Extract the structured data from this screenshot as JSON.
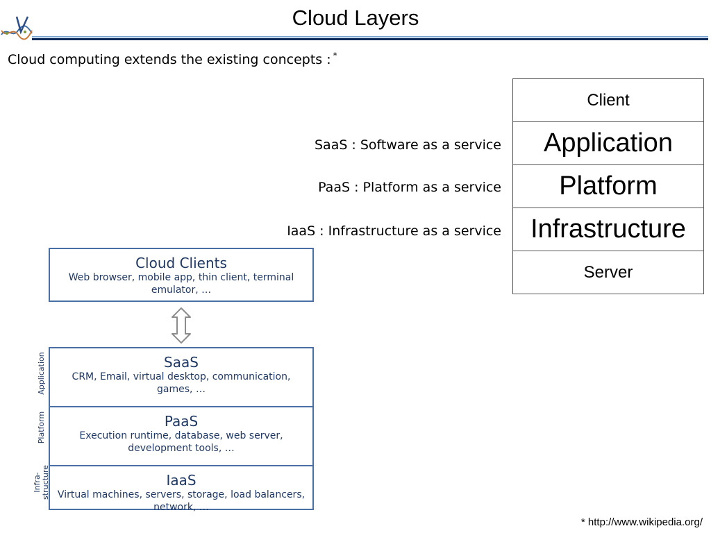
{
  "header": {
    "title": "Cloud Layers"
  },
  "intro": {
    "text": "Cloud computing extends the existing concepts :",
    "marker": "*"
  },
  "services": [
    {
      "label": "SaaS : Software as a service"
    },
    {
      "label": "PaaS : Platform as a service"
    },
    {
      "label": "IaaS : Infrastructure as a service"
    }
  ],
  "stack": [
    {
      "label": "Client"
    },
    {
      "label": "Application"
    },
    {
      "label": "Platform"
    },
    {
      "label": "Infrastructure"
    },
    {
      "label": "Server"
    }
  ],
  "clients": {
    "title": "Cloud Clients",
    "desc": "Web browser, mobile app, thin client, terminal emulator, …"
  },
  "layers": [
    {
      "title": "SaaS",
      "desc": "CRM, Email, virtual desktop, communication, games, …",
      "side": "Application"
    },
    {
      "title": "PaaS",
      "desc": "Execution runtime, database, web server, development tools, …",
      "side": "Platform"
    },
    {
      "title": "IaaS",
      "desc": "Virtual machines, servers, storage, load balancers, network, …",
      "side": "Infra-structure",
      "side_line1": "Infra-",
      "side_line2": "structure"
    }
  ],
  "footnote": "* http://www.wikipedia.org/",
  "colors": {
    "accent": "#0e2a5a",
    "box_border": "#4a6fa5",
    "box_text": "#1f3864"
  },
  "icons": {
    "logo": "dna-logo-icon",
    "arrow": "double-arrow-icon"
  }
}
